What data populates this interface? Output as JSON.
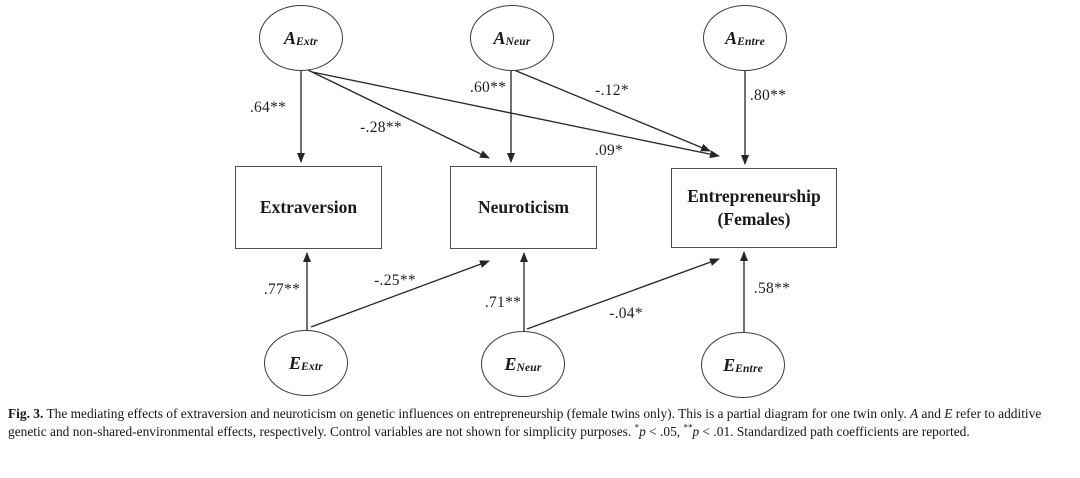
{
  "figure": {
    "nodes": {
      "a_extr": {
        "main": "A",
        "sub": "Extr"
      },
      "a_neur": {
        "main": "A",
        "sub": "Neur"
      },
      "a_entre": {
        "main": "A",
        "sub": "Entre"
      },
      "e_extr": {
        "main": "E",
        "sub": "Extr"
      },
      "e_neur": {
        "main": "E",
        "sub": "Neur"
      },
      "e_entre": {
        "main": "E",
        "sub": "Entre"
      },
      "extraversion": {
        "label": "Extraversion"
      },
      "neuroticism": {
        "label": "Neuroticism"
      },
      "entrepreneurship": {
        "line1": "Entrepreneurship",
        "line2": "(Females)"
      }
    },
    "paths": {
      "a_extr_extraversion": ".64**",
      "a_extr_neuroticism": "-.28**",
      "a_extr_entrepreneurship": ".09*",
      "a_neur_neuroticism": ".60**",
      "a_neur_entrepreneurship": "-.12*",
      "a_entre_entrepreneurship": ".80**",
      "e_extr_extraversion": ".77**",
      "e_extr_neuroticism": "-.25**",
      "e_neur_neuroticism": ".71**",
      "e_neur_entrepreneurship": "-.04*",
      "e_entre_entrepreneurship": ".58**"
    },
    "colors": {
      "line": "#262626",
      "box_border": "#4f4f4f",
      "text": "#1a1a1a"
    }
  },
  "caption": {
    "fig_label": "Fig. 3.",
    "part1": " The mediating effects of extraversion and neuroticism on genetic influences on entrepreneurship (female twins only). This is a partial diagram for one twin only. ",
    "italic_a": "A",
    "part2": " and ",
    "italic_e": "E",
    "part3": " refer to additive genetic and non-shared-environmental effects, respectively. Control variables are not shown for simplicity purposes. ",
    "sup1": "*",
    "p1": "p",
    "part4": " < .05, ",
    "sup2": "**",
    "p2": "p",
    "part5": " < .01. Standardized path coefficients are reported."
  }
}
